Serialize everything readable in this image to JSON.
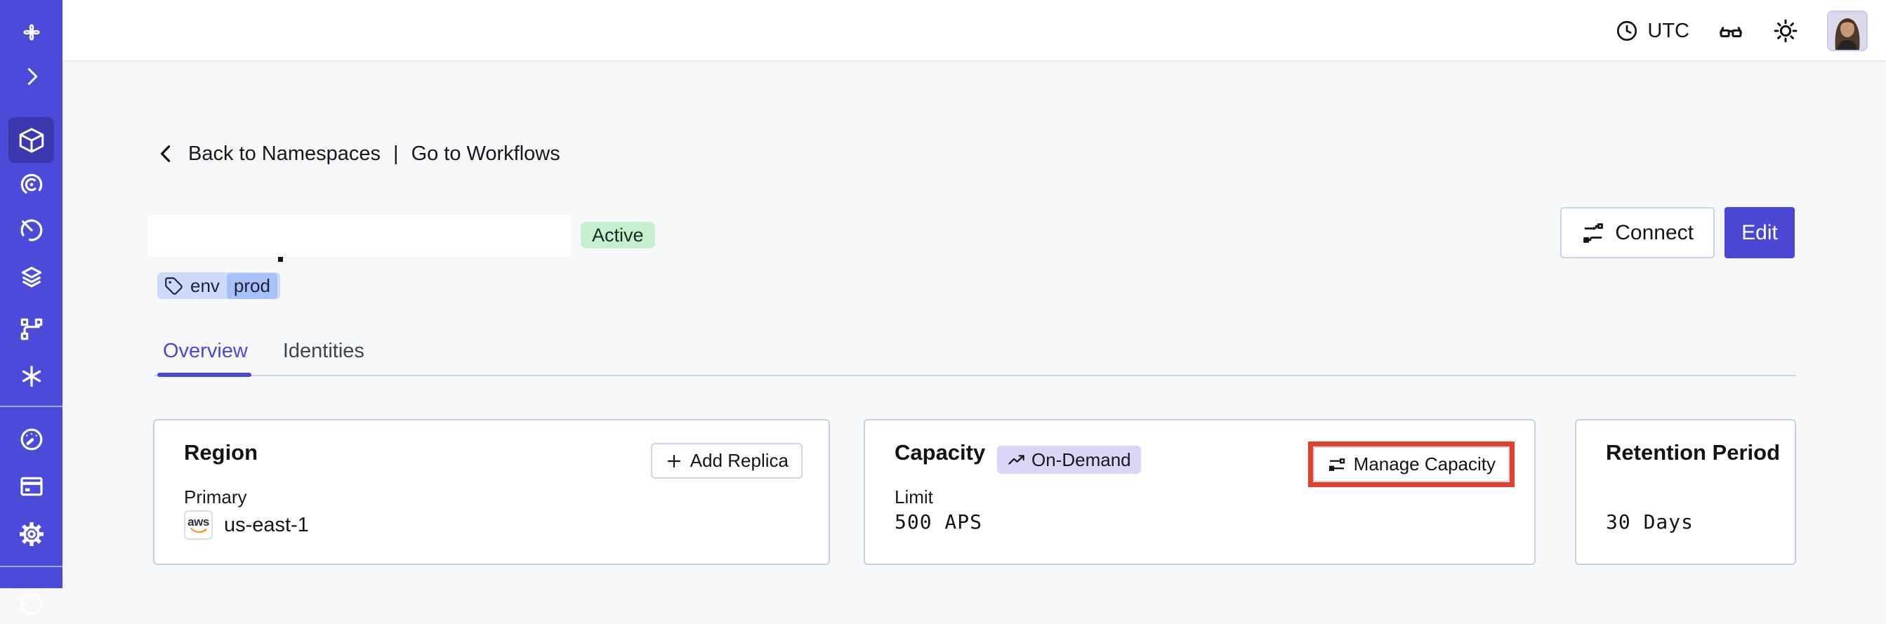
{
  "colors": {
    "accent_indigo": "#4A47D5",
    "sidebar_bg": "#4B4AD9",
    "sidebar_active_bg": "#3C39B0",
    "page_bg": "#F7F8FA",
    "card_border": "#C8D1E3",
    "status_green_bg": "#C4F0D0",
    "ondemand_purple_bg": "#DDD5F8",
    "tag_blue_bg": "#CEDAFB",
    "tag_inner_blue_bg": "#A7C1F7",
    "highlight_red": "#E2402C",
    "aws_orange": "#F7981F"
  },
  "topbar": {
    "timezone_label": "UTC"
  },
  "sidebar": {
    "items": [
      {
        "icon": "temporal-logo"
      },
      {
        "icon": "chevron-right-icon"
      },
      {
        "icon": "cube-icon",
        "active": true
      },
      {
        "icon": "spiral-icon"
      },
      {
        "icon": "timer-icon"
      },
      {
        "icon": "layers-icon"
      },
      {
        "icon": "branch-icon"
      },
      {
        "icon": "asterisk-icon"
      },
      {
        "icon": "gauge-icon"
      },
      {
        "icon": "billing-panel-icon"
      },
      {
        "icon": "gear-icon"
      },
      {
        "icon": "partial-circle-icon"
      }
    ]
  },
  "breadcrumb": {
    "back_label": "Back to Namespaces",
    "separator": "|",
    "forward_label": "Go to Workflows"
  },
  "namespace": {
    "status": "Active",
    "tag": {
      "key": "env",
      "value": "prod"
    }
  },
  "actions": {
    "connect_label": "Connect",
    "edit_label": "Edit"
  },
  "tabs": [
    {
      "label": "Overview",
      "active": true
    },
    {
      "label": "Identities",
      "active": false
    }
  ],
  "cards": {
    "region": {
      "title": "Region",
      "add_replica_label": "Add Replica",
      "field_label": "Primary",
      "provider_label": "aws",
      "value": "us-east-1"
    },
    "capacity": {
      "title": "Capacity",
      "badge_label": "On-Demand",
      "manage_label": "Manage Capacity",
      "field_label": "Limit",
      "value": "500 APS",
      "highlighted_annotation": true
    },
    "retention": {
      "title": "Retention Period",
      "value": "30 Days"
    }
  }
}
